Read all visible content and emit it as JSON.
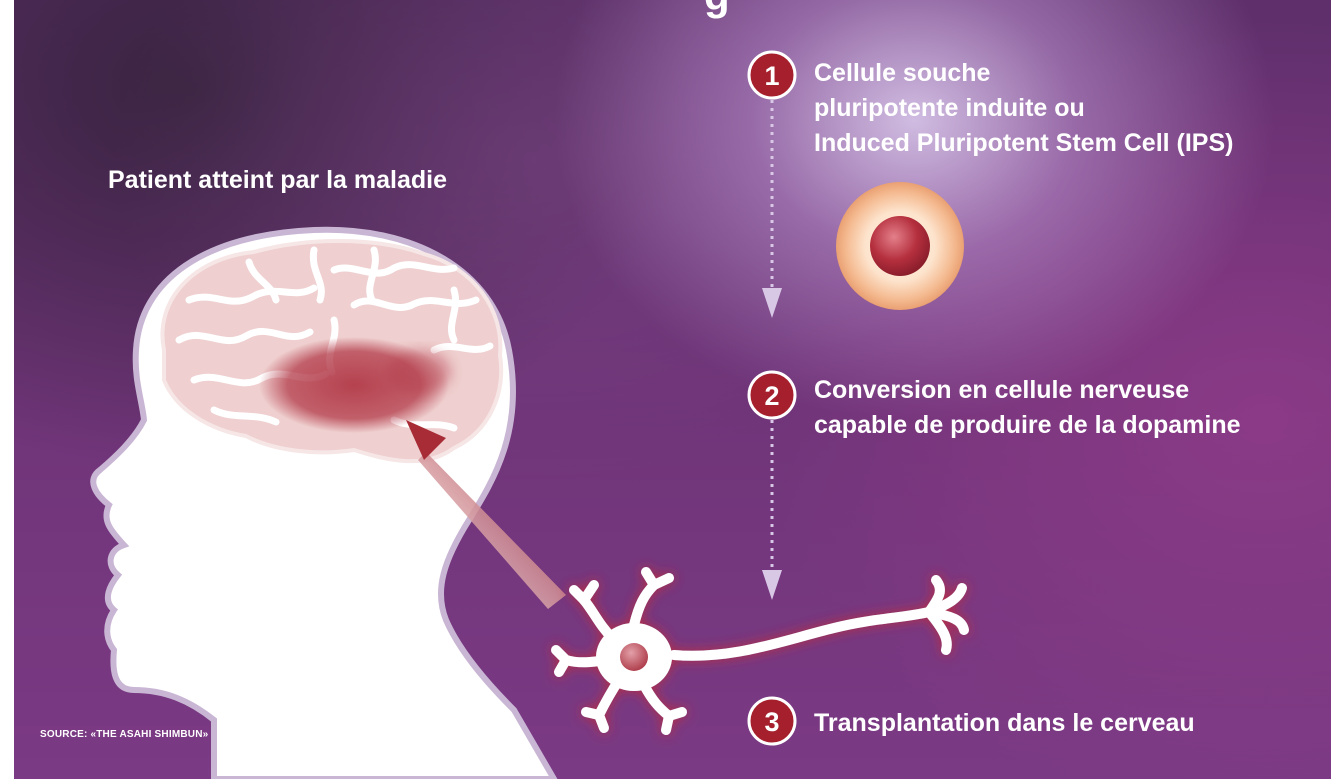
{
  "title_fragment": "g",
  "patient_label": "Patient atteint par la maladie",
  "steps": [
    {
      "number": "1",
      "lines": [
        "Cellule souche",
        "pluripotente induite ou",
        "Induced Pluripotent Stem Cell (IPS)"
      ]
    },
    {
      "number": "2",
      "lines": [
        "Conversion en cellule nerveuse",
        "capable de produire de la dopamine"
      ]
    },
    {
      "number": "3",
      "lines": [
        "Transplantation dans le cerveau"
      ]
    }
  ],
  "source": "SOURCE: «THE ASAHI SHIMBUN»",
  "colors": {
    "step_badge": "#a51f2d",
    "affected_area": "#b5404c",
    "arrow": "#a82c36",
    "cell_halo": "#f0b48c"
  },
  "icons": [
    "head-silhouette-icon",
    "brain-icon",
    "stem-cell-icon",
    "neuron-icon",
    "arrow-icon"
  ]
}
